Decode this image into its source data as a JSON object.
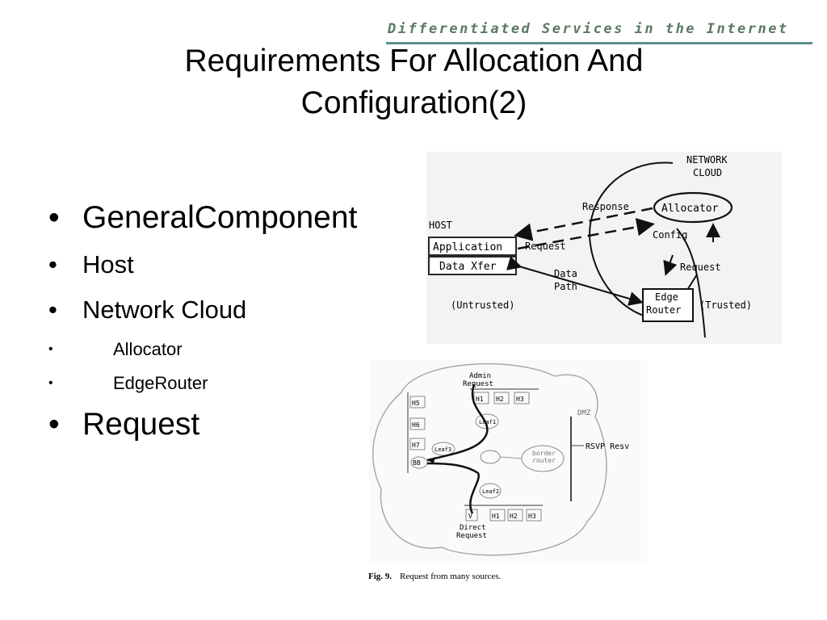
{
  "banner": {
    "text": "Differentiated Services in the Internet"
  },
  "title": {
    "line1": "Requirements For Allocation And",
    "line2": "Configuration(2)"
  },
  "bullets": [
    {
      "level": 1,
      "text": "GeneralComponent"
    },
    {
      "level": 2,
      "text": "Host"
    },
    {
      "level": 2,
      "text": "Network Cloud"
    },
    {
      "level": 3,
      "text": "Allocator"
    },
    {
      "level": 3,
      "text": "EdgeRouter"
    },
    {
      "level": 1,
      "text": "Request"
    }
  ],
  "diagram1": {
    "network_cloud": "NETWORK\nCLOUD",
    "response": "Response",
    "allocator": "Allocator",
    "host": "HOST",
    "application": "Application",
    "request_host": "Request",
    "config": "Config",
    "data_xfer": "Data Xfer",
    "request_router": "Request",
    "data_path": "Data\nPath",
    "edge_router": "Edge\nRouter",
    "untrusted": "(Untrusted)",
    "trusted": "(Trusted)"
  },
  "diagram2": {
    "admin_request": "Admin\nRequest",
    "direct_request": "Direct\nRequest",
    "dmz": "DMZ",
    "rsvp_resv": "RSVP Resv",
    "border_router": "border\nrouter",
    "h_left": [
      "H5",
      "H6",
      "H7"
    ],
    "h_top": [
      "H1",
      "H2",
      "H3"
    ],
    "h_bottom": [
      "V",
      "H1",
      "H2",
      "H3"
    ],
    "bb": "BB",
    "leaf_top": "Leaf1",
    "leaf_bottom": "Leaf2",
    "leaf_left": "Leaf3"
  },
  "figure": {
    "label": "Fig. 9.",
    "caption": "Request from many sources."
  }
}
